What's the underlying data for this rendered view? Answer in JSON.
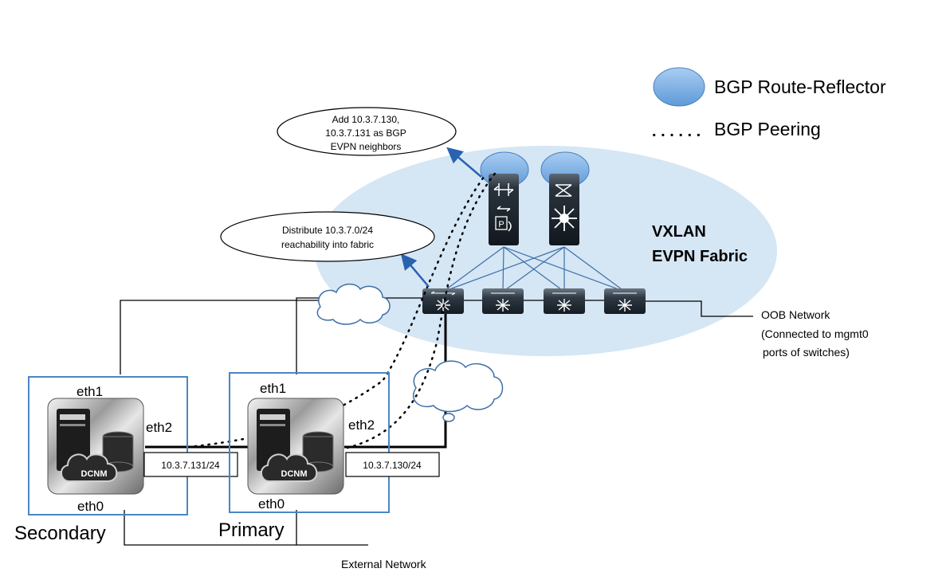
{
  "legend": {
    "route_reflector_label": "BGP Route-Reflector",
    "peering_dots": ". . . . . .",
    "peering_label": "BGP Peering",
    "rr_color": "#7fb3e8",
    "peering_color": "#000000"
  },
  "fabric": {
    "title_line1": "VXLAN",
    "title_line2": "EVPN Fabric",
    "fill_color": "#d5e6f4",
    "link_color": "#3d6fa8"
  },
  "callouts": {
    "evpn_neighbors": [
      "Add 10.3.7.130,",
      "10.3.7.131 as BGP",
      "EVPN neighbors"
    ],
    "distribute": [
      "Distribute 10.3.7.0/24",
      "reachability into fabric"
    ]
  },
  "oob": {
    "line1": "OOB Network",
    "line2": "(Connected to mgmt0",
    "line3": "ports of switches)"
  },
  "external_network_label": "External Network",
  "servers": {
    "secondary": {
      "title": "Secondary",
      "eth1": "eth1",
      "eth2": "eth2",
      "eth0": "eth0",
      "ip": "10.3.7.131/24",
      "product": "DCNM"
    },
    "primary": {
      "title": "Primary",
      "eth1": "eth1",
      "eth2": "eth2",
      "eth0": "eth0",
      "ip": "10.3.7.130/24",
      "product": "DCNM"
    }
  },
  "icons": {
    "spine": "spine-switch-icon",
    "leaf": "leaf-switch-icon",
    "cloud": "cloud-icon",
    "server": "dcnm-server-icon"
  }
}
